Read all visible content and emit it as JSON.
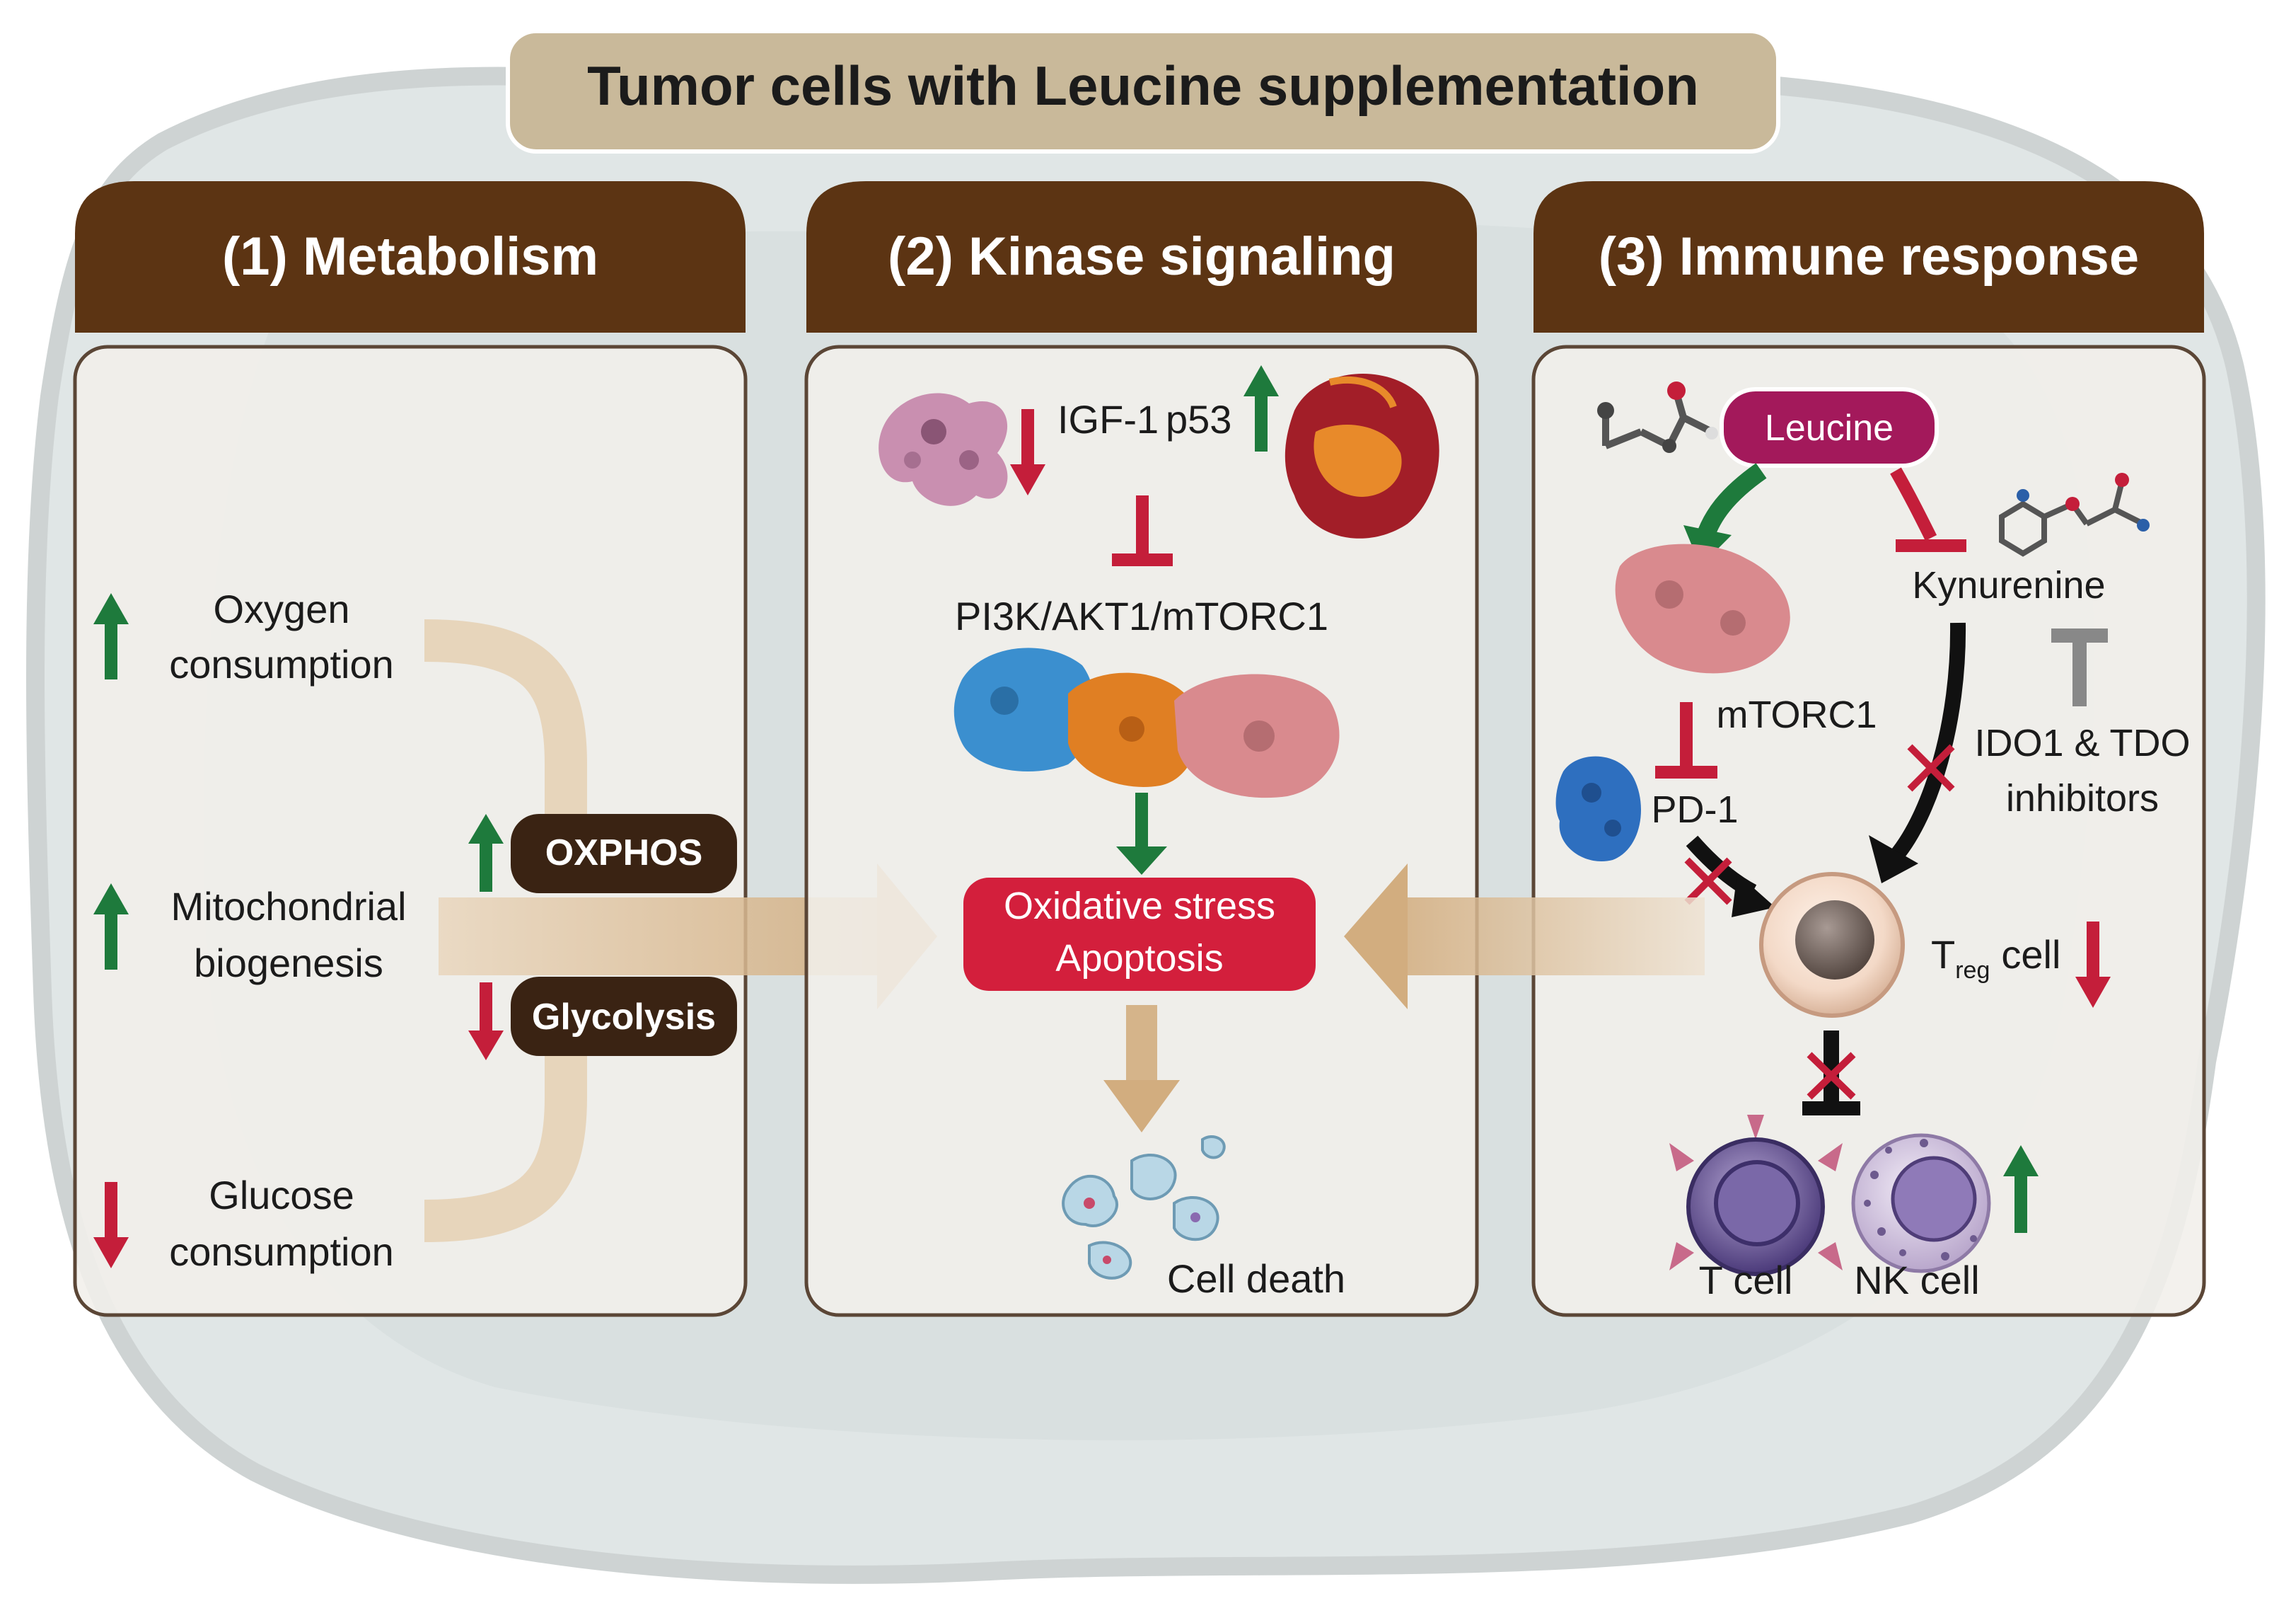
{
  "title": "Tumor cells with Leucine supplementation",
  "panels": {
    "metabolism": {
      "header": "(1) Metabolism",
      "oxygen_line1": "Oxygen",
      "oxygen_line2": "consumption",
      "mito_line1": "Mitochondrial",
      "mito_line2": "biogenesis",
      "glucose_line1": "Glucose",
      "glucose_line2": "consumption",
      "oxphos": "OXPHOS",
      "glycolysis": "Glycolysis"
    },
    "kinase": {
      "header": "(2) Kinase signaling",
      "igf1": "IGF-1",
      "p53": "p53",
      "pathway": "PI3K/AKT1/mTORC1",
      "stress_line1": "Oxidative stress",
      "stress_line2": "Apoptosis",
      "cell_death": "Cell death"
    },
    "immune": {
      "header": "(3) Immune response",
      "leucine": "Leucine",
      "kynurenine": "Kynurenine",
      "mtorc1": "mTORC1",
      "pd1": "PD-1",
      "ido_line1": "IDO1 & TDO",
      "ido_line2": "inhibitors",
      "treg_main": "T",
      "treg_sub": "reg",
      "treg_cell": "cell",
      "tcell": "T cell",
      "nkcell": "NK cell"
    }
  },
  "colors": {
    "header_brown": "#5c3413",
    "title_tan": "#c9b99a",
    "arrow_green": "#1e7a3c",
    "arrow_red": "#c41e3a",
    "leucine_magenta": "#a3195b",
    "stress_red": "#d31f3c",
    "flow_tan": "#d2ad7f"
  }
}
